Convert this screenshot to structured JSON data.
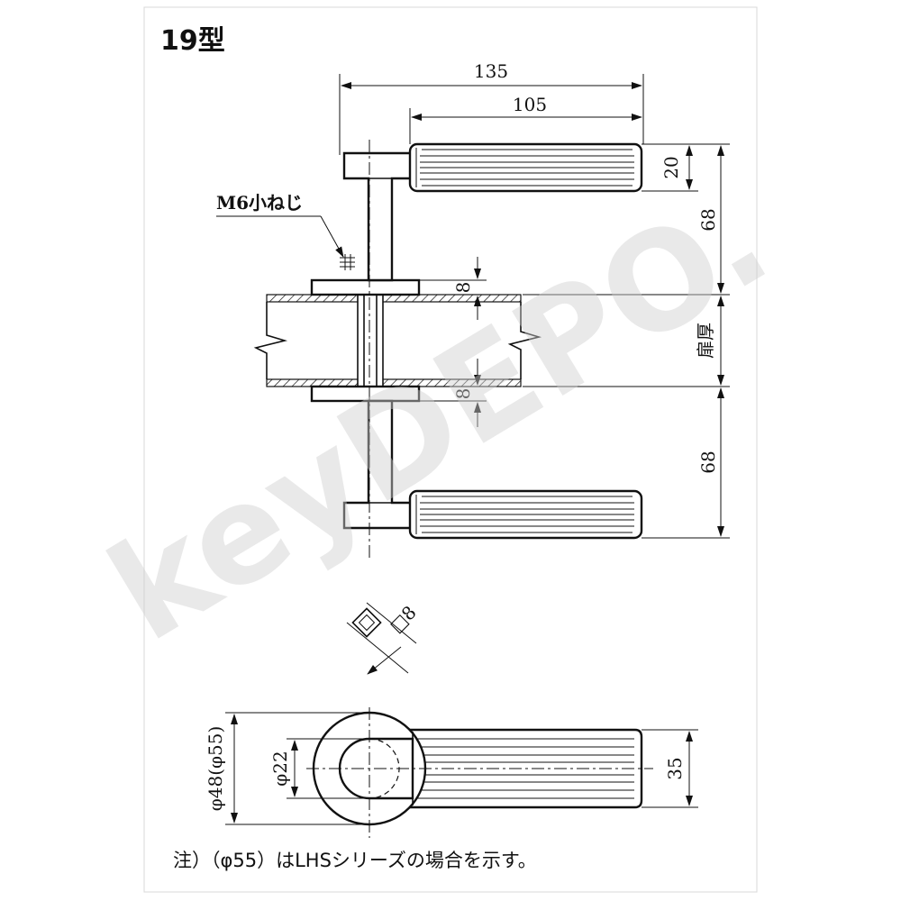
{
  "title": "19型",
  "dimensions": {
    "overall_length": "135",
    "grip_length": "105",
    "lever_thickness": "20",
    "upper_height": "68",
    "plate_thickness_top": "8",
    "door_thickness": "扉厚",
    "plate_thickness_bottom": "8",
    "lower_height": "68",
    "spindle_square": "□8",
    "rose_diameter": "φ48(φ55)",
    "inner_diameter": "φ22",
    "lever_width": "35"
  },
  "labels": {
    "screw": "M6小ねじ"
  },
  "note": "注）（φ55）はLHSシリーズの場合を示す。",
  "watermark": "keyDEPO."
}
